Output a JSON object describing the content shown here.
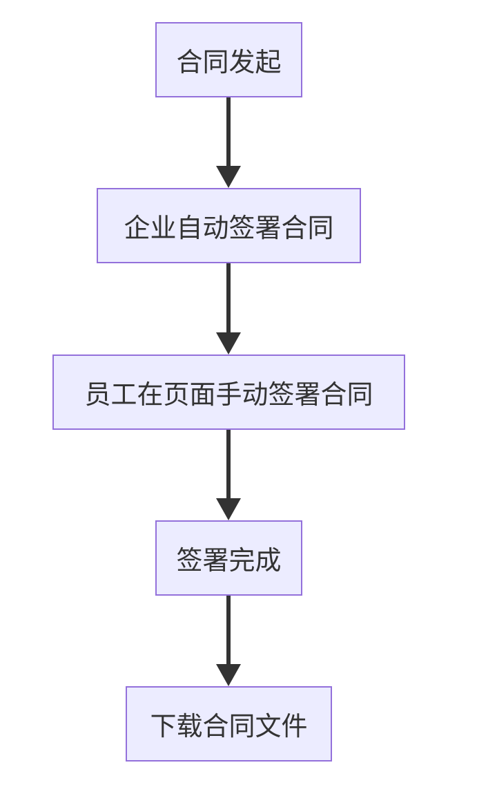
{
  "flowchart": {
    "nodes": [
      {
        "label": "合同发起"
      },
      {
        "label": "企业自动签署合同"
      },
      {
        "label": "员工在页面手动签署合同"
      },
      {
        "label": "签署完成"
      },
      {
        "label": "下载合同文件"
      }
    ]
  },
  "colors": {
    "node_fill": "#ECECFF",
    "node_border": "#9370DB",
    "arrow": "#333333",
    "text": "#333333"
  }
}
